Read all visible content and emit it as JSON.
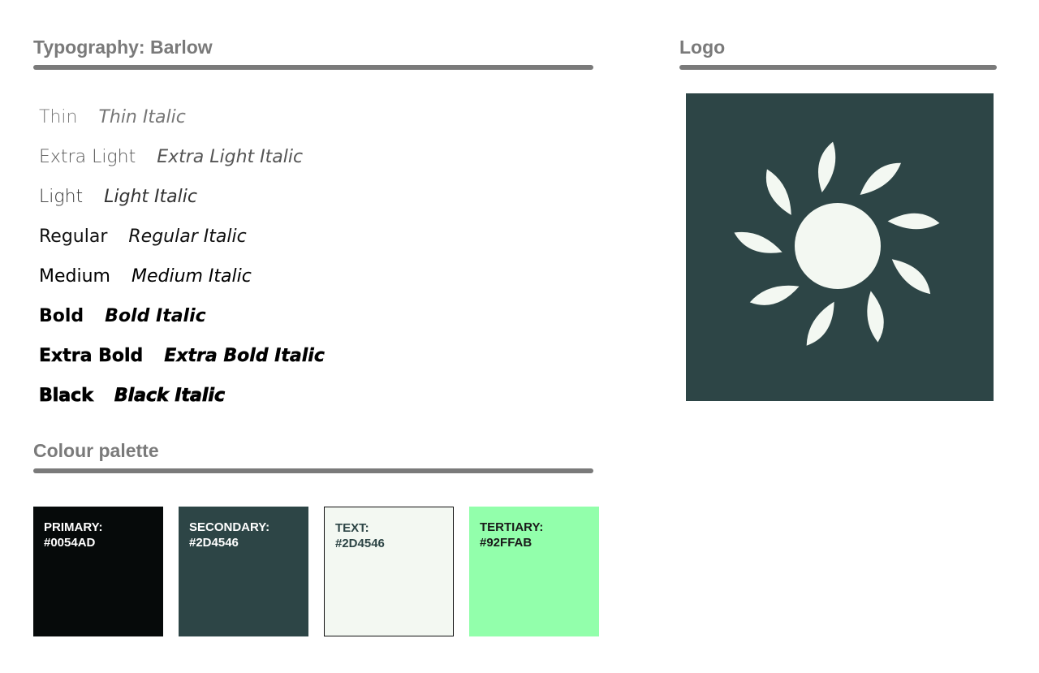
{
  "typography": {
    "title": "Typography: Barlow",
    "weights": [
      {
        "regular": "Thin",
        "italic": "Thin Italic"
      },
      {
        "regular": "Extra Light",
        "italic": "Extra Light Italic"
      },
      {
        "regular": "Light",
        "italic": "Light Italic"
      },
      {
        "regular": "Regular",
        "italic": "Regular Italic"
      },
      {
        "regular": "Medium",
        "italic": "Medium Italic"
      },
      {
        "regular": "Bold",
        "italic": "Bold Italic"
      },
      {
        "regular": "Extra Bold",
        "italic": "Extra Bold Italic"
      },
      {
        "regular": "Black",
        "italic": "Black Italic"
      }
    ]
  },
  "palette": {
    "title": "Colour palette",
    "swatches": [
      {
        "label": "PRIMARY:",
        "hex": "#0054AD",
        "fill": "#060A0A",
        "text_color": "#ffffff",
        "border": "none"
      },
      {
        "label": "SECONDARY:",
        "hex": "#2D4546",
        "fill": "#2D4546",
        "text_color": "#ffffff",
        "border": "none"
      },
      {
        "label": "TEXT:",
        "hex": "#2D4546",
        "fill": "#F3F8F2",
        "text_color": "#2D4546",
        "border": "#111111"
      },
      {
        "label": "TERTIARY:",
        "hex": "#92FFAB",
        "fill": "#92FFAB",
        "text_color": "#1a1a1a",
        "border": "none"
      }
    ]
  },
  "logo": {
    "title": "Logo",
    "background": "#2D4546",
    "foreground": "#F3F8F2",
    "icon": "sun-icon"
  },
  "colors": {
    "section_title": "#7a7a7a",
    "rule": "#7a7a7a"
  }
}
